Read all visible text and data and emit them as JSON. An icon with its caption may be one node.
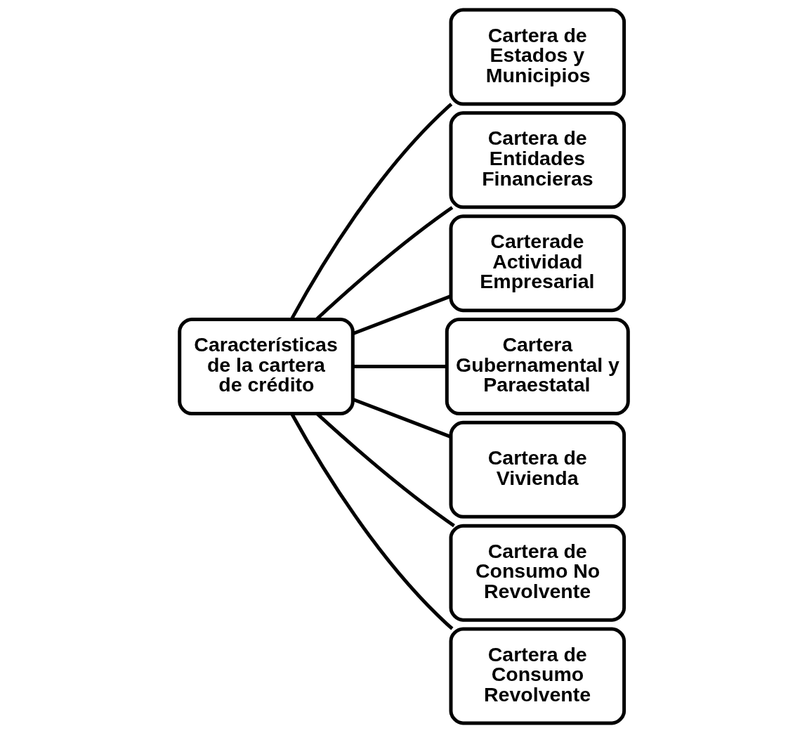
{
  "diagram": {
    "nodes": [
      {
        "text": [
          "Características de la cartera de crédito"
        ]
      },
      {
        "text": [
          "Cartera de Estados y Municipios"
        ]
      },
      {
        "text": [
          "Cartera de Entidades Financieras"
        ]
      },
      {
        "text": [
          "Carterade Actividad Empresarial"
        ]
      },
      {
        "text": [
          "Cartera Gubernamental y Paraestatal"
        ]
      },
      {
        "text": [
          "Cartera de Vivienda"
        ]
      },
      {
        "text": [
          "Cartera de Consumo No Revolvente"
        ]
      },
      {
        "text": [
          "Cartera de Consumo Revolvente"
        ]
      }
    ],
    "edges": [
      {
        "from": 0,
        "to": 1,
        "arrow": "none"
      },
      {
        "from": 0,
        "to": 2,
        "arrow": "none"
      },
      {
        "from": 0,
        "to": 3,
        "arrow": "none"
      },
      {
        "from": 0,
        "to": 4,
        "arrow": "none"
      },
      {
        "from": 0,
        "to": 5,
        "arrow": "none"
      },
      {
        "from": 0,
        "to": 6,
        "arrow": "none"
      },
      {
        "from": 0,
        "to": 7,
        "arrow": "none"
      }
    ]
  }
}
